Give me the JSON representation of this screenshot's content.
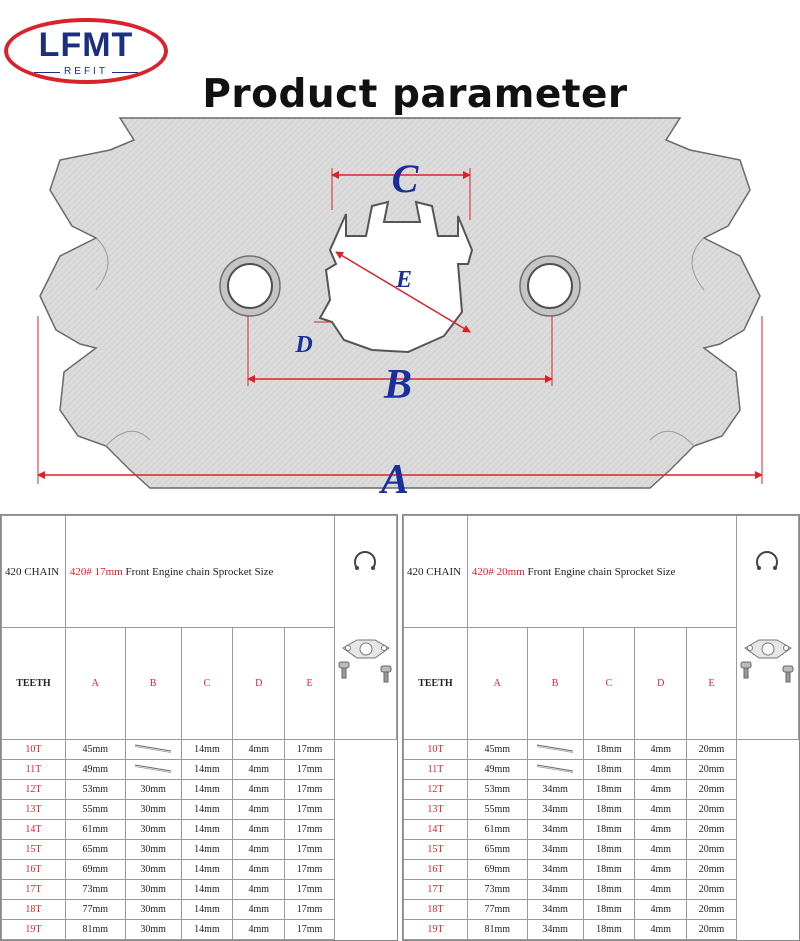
{
  "logo": {
    "name": "LFMT",
    "sub": "REFIT"
  },
  "title": "Product parameter",
  "diagram": {
    "labels": [
      "C",
      "E",
      "D",
      "B",
      "A"
    ]
  },
  "tables": [
    {
      "chain": "420 CHAIN",
      "size": "420# 17mm",
      "caption": "Front Engine chain Sprocket Size",
      "headers": [
        "TEETH",
        "A",
        "B",
        "C",
        "D",
        "E"
      ],
      "rows": [
        [
          "10T",
          "45mm",
          "",
          "14mm",
          "4mm",
          "17mm"
        ],
        [
          "11T",
          "49mm",
          "",
          "14mm",
          "4mm",
          "17mm"
        ],
        [
          "12T",
          "53mm",
          "30mm",
          "14mm",
          "4mm",
          "17mm"
        ],
        [
          "13T",
          "55mm",
          "30mm",
          "14mm",
          "4mm",
          "17mm"
        ],
        [
          "14T",
          "61mm",
          "30mm",
          "14mm",
          "4mm",
          "17mm"
        ],
        [
          "15T",
          "65mm",
          "30mm",
          "14mm",
          "4mm",
          "17mm"
        ],
        [
          "16T",
          "69mm",
          "30mm",
          "14mm",
          "4mm",
          "17mm"
        ],
        [
          "17T",
          "73mm",
          "30mm",
          "14mm",
          "4mm",
          "17mm"
        ],
        [
          "18T",
          "77mm",
          "30mm",
          "14mm",
          "4mm",
          "17mm"
        ],
        [
          "19T",
          "81mm",
          "30mm",
          "14mm",
          "4mm",
          "17mm"
        ]
      ]
    },
    {
      "chain": "420 CHAIN",
      "size": "420# 20mm",
      "caption": "Front Engine chain Sprocket Size",
      "headers": [
        "TEETH",
        "A",
        "B",
        "C",
        "D",
        "E"
      ],
      "rows": [
        [
          "10T",
          "45mm",
          "",
          "18mm",
          "4mm",
          "20mm"
        ],
        [
          "11T",
          "49mm",
          "",
          "18mm",
          "4mm",
          "20mm"
        ],
        [
          "12T",
          "53mm",
          "34mm",
          "18mm",
          "4mm",
          "20mm"
        ],
        [
          "13T",
          "55mm",
          "34mm",
          "18mm",
          "4mm",
          "20mm"
        ],
        [
          "14T",
          "61mm",
          "34mm",
          "18mm",
          "4mm",
          "20mm"
        ],
        [
          "15T",
          "65mm",
          "34mm",
          "18mm",
          "4mm",
          "20mm"
        ],
        [
          "16T",
          "69mm",
          "34mm",
          "18mm",
          "4mm",
          "20mm"
        ],
        [
          "17T",
          "73mm",
          "34mm",
          "18mm",
          "4mm",
          "20mm"
        ],
        [
          "18T",
          "77mm",
          "34mm",
          "18mm",
          "4mm",
          "20mm"
        ],
        [
          "19T",
          "81mm",
          "34mm",
          "18mm",
          "4mm",
          "20mm"
        ]
      ]
    }
  ],
  "colors": {
    "accent": "#d9232a",
    "label": "#1a2f9a",
    "logo": "#1a2f80"
  }
}
